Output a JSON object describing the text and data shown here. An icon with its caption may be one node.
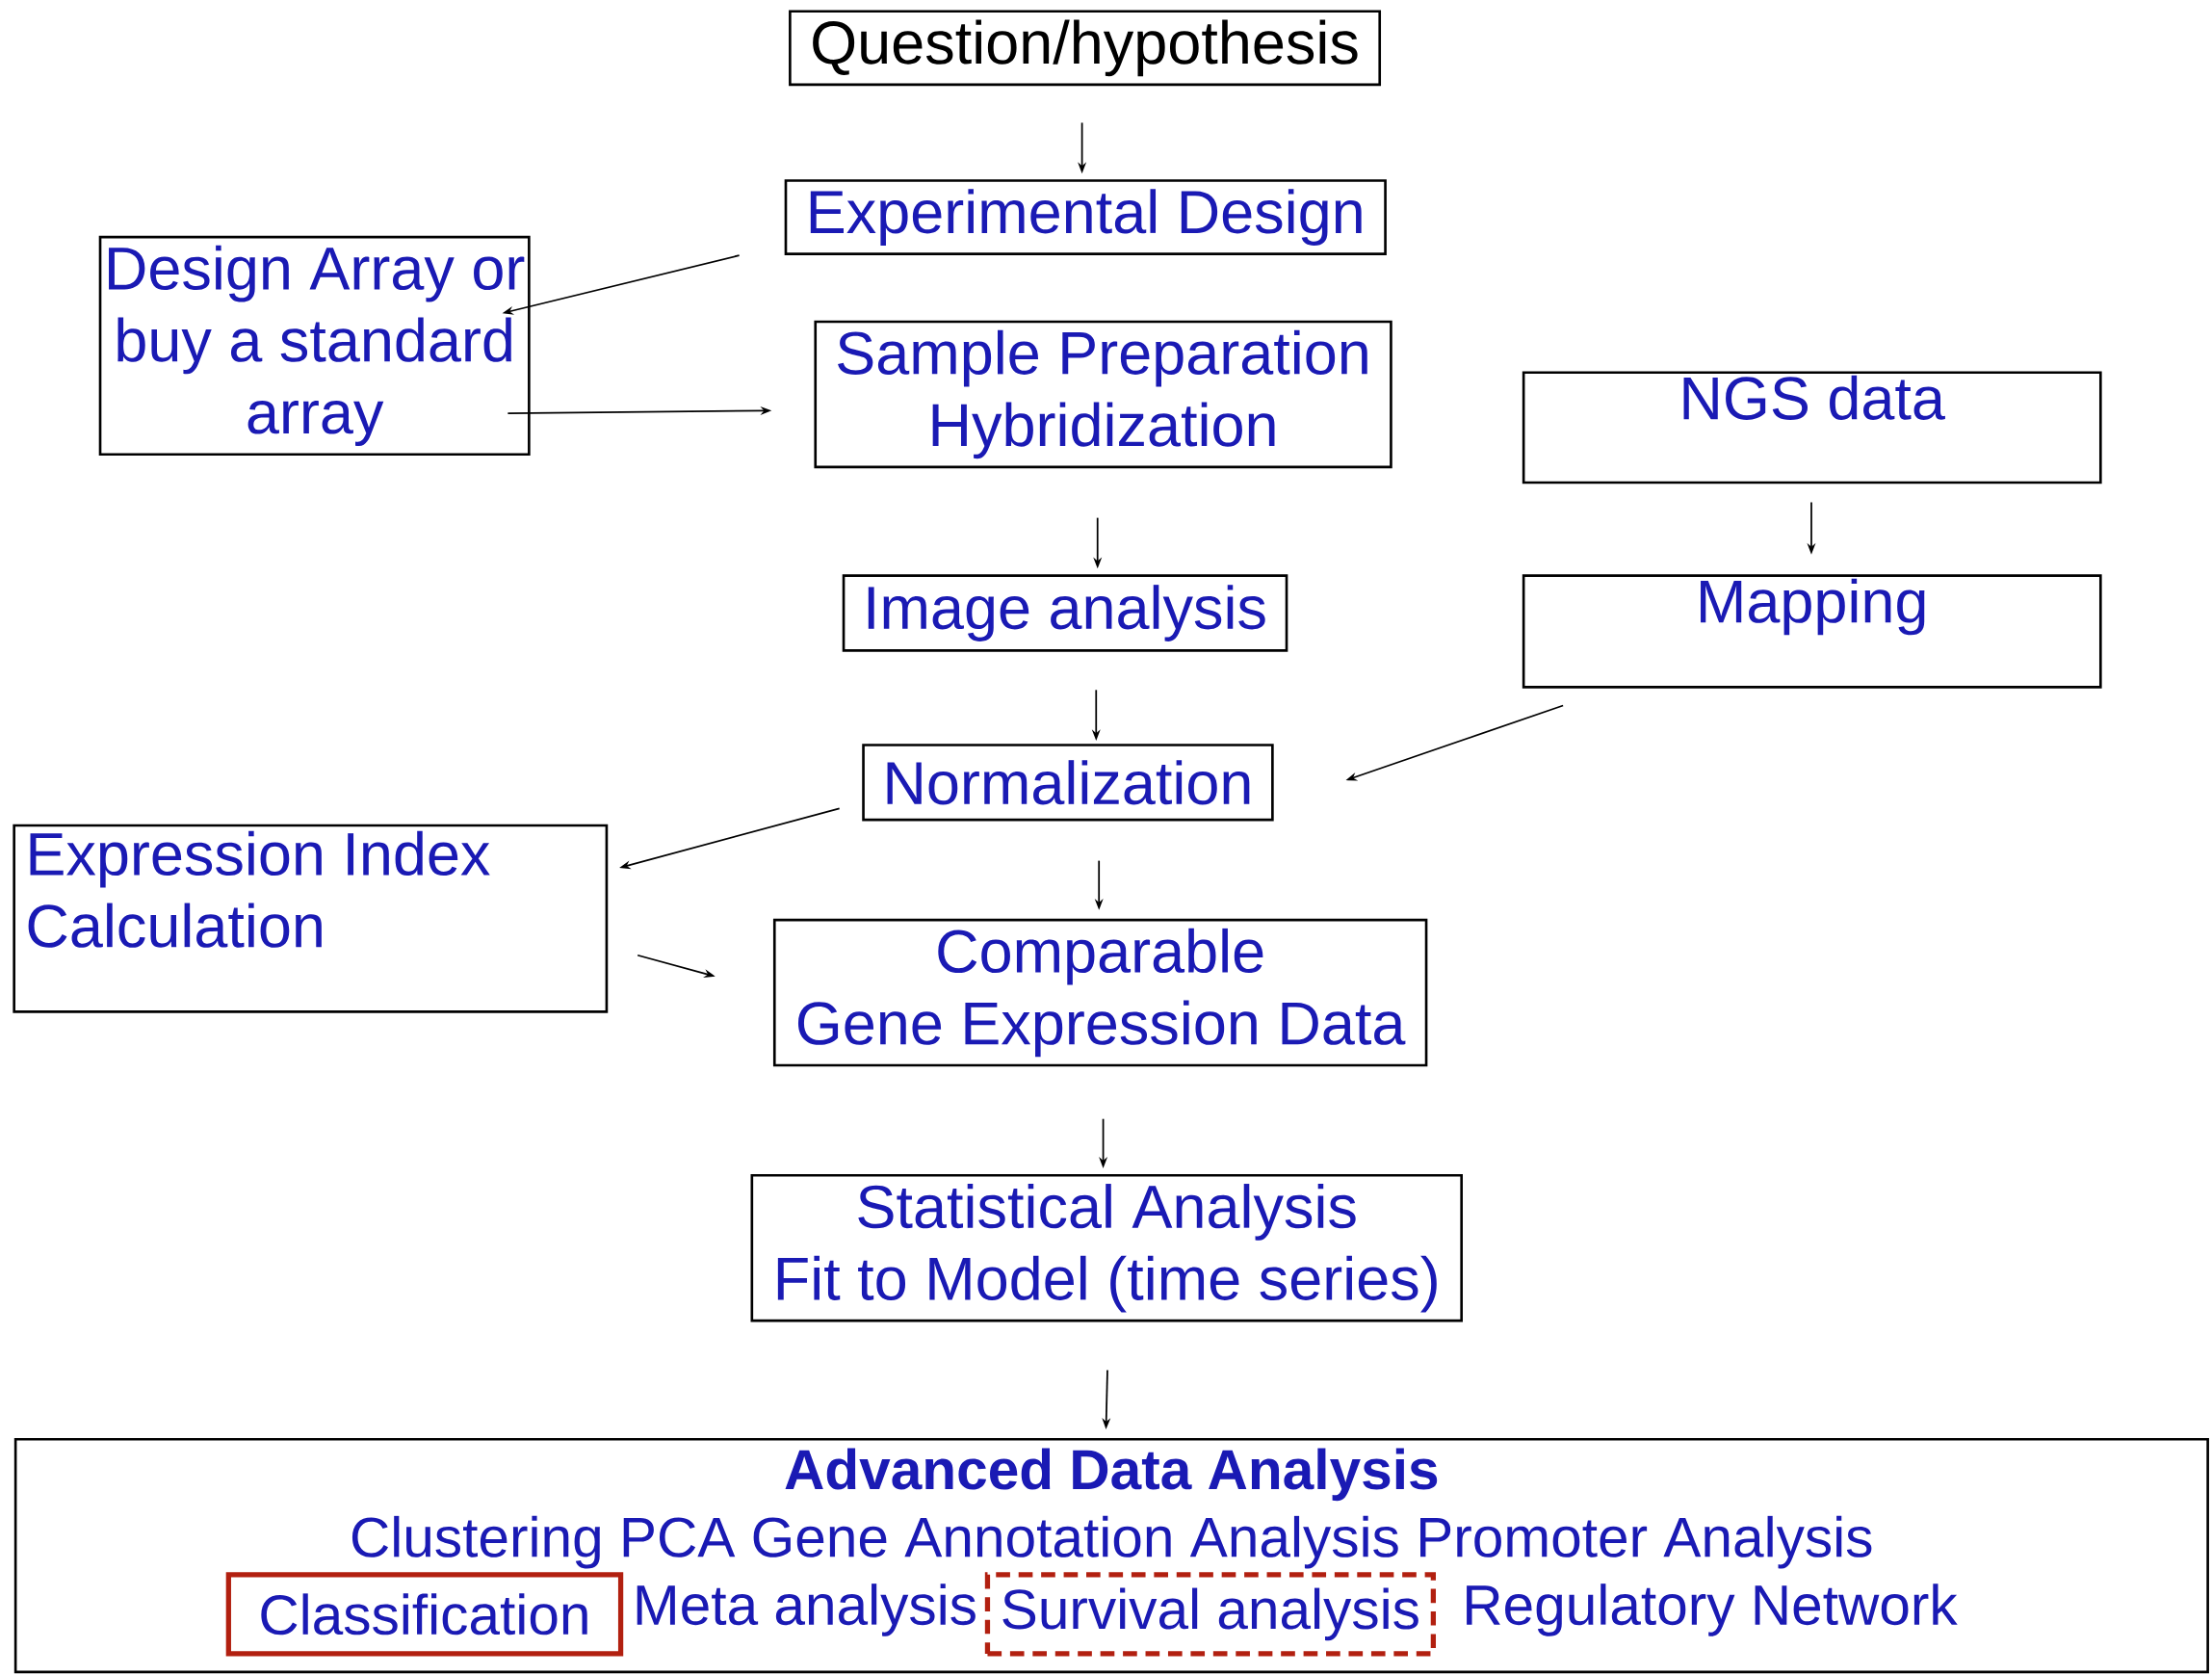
{
  "diagram": {
    "nodes": [
      {
        "text": [
          "Question/hypothesis"
        ]
      },
      {
        "text": [
          "Experimental Design"
        ]
      },
      {
        "text": [
          "Design Array or buy a standard array"
        ]
      },
      {
        "text": [
          "Sample Preparation",
          "Hybridization"
        ]
      },
      {
        "text": [
          "NGS data"
        ]
      },
      {
        "text": [
          "Image analysis"
        ]
      },
      {
        "text": [
          "Mapping"
        ]
      },
      {
        "text": [
          "Normalization"
        ]
      },
      {
        "text": [
          "Expression Index Calculation"
        ]
      },
      {
        "text": [
          "Comparable",
          "Gene Expression Data"
        ]
      },
      {
        "text": [
          "Statistical Analysis",
          "Fit to Model (time series)"
        ]
      },
      {
        "text": [
          "Advanced Data Analysis",
          "Clustering PCA Gene Annotation Analysis Promoter Analysis",
          "Meta analysis",
          "Regulatory Network"
        ]
      },
      {
        "text": [
          "Classification"
        ],
        "in": 11
      },
      {
        "text": [
          "Survival analysis"
        ],
        "in": 11
      }
    ],
    "edges": [
      {
        "from": 0,
        "to": 1,
        "arrow": "to"
      },
      {
        "from": 1,
        "to": 2,
        "arrow": "to"
      },
      {
        "from": 2,
        "to": 3,
        "arrow": "to"
      },
      {
        "from": 3,
        "to": 5,
        "arrow": "to"
      },
      {
        "from": 4,
        "to": 6,
        "arrow": "to"
      },
      {
        "from": 5,
        "to": 7,
        "arrow": "to"
      },
      {
        "from": 6,
        "to": 7,
        "arrow": "to"
      },
      {
        "from": 7,
        "to": 8,
        "arrow": "to"
      },
      {
        "from": 8,
        "to": 9,
        "arrow": "to"
      },
      {
        "from": 7,
        "to": 9,
        "arrow": "to"
      },
      {
        "from": 9,
        "to": 10,
        "arrow": "to"
      },
      {
        "from": 10,
        "to": 11,
        "arrow": "to"
      }
    ]
  }
}
